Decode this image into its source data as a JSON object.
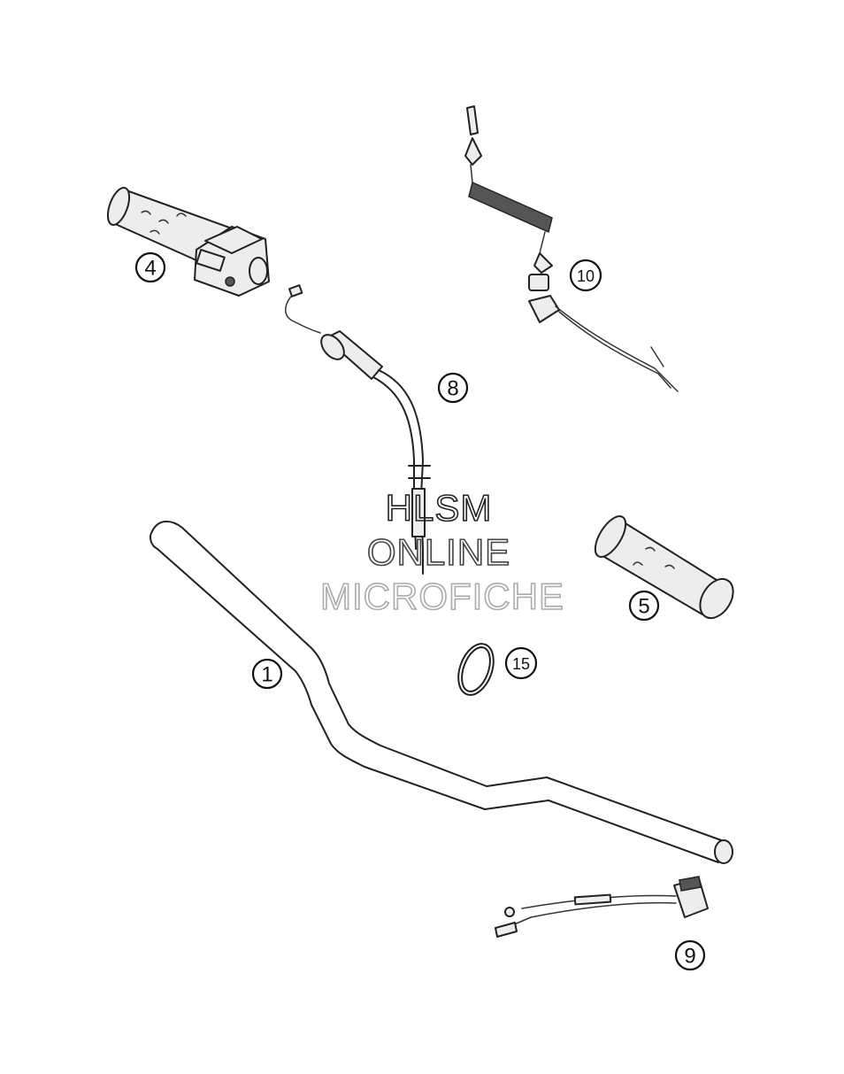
{
  "callouts": {
    "c1": "1",
    "c4": "4",
    "c5": "5",
    "c8": "8",
    "c9": "9",
    "c10": "10",
    "c15": "15"
  },
  "watermark": {
    "line1": "HLSM",
    "line2": "ONLINE",
    "line3": "MICROFICHE"
  }
}
